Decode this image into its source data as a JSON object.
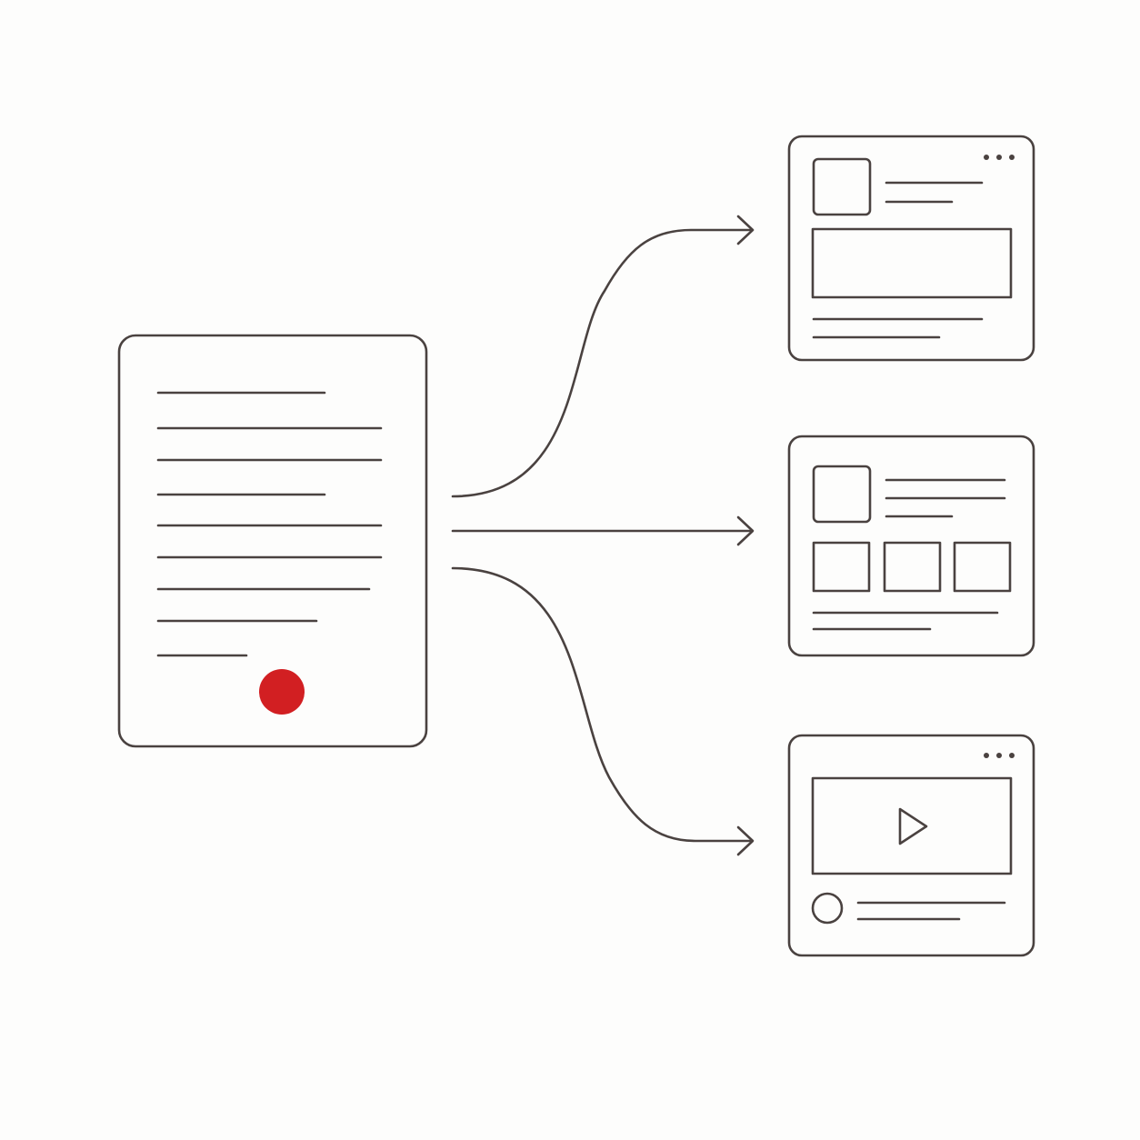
{
  "colors": {
    "background": "#fdfdfc",
    "stroke": "#4a4240",
    "accent_dot": "#d21f22"
  },
  "source_document": {
    "icon": "text-document-icon",
    "accent": "red-seal-dot"
  },
  "arrows": [
    {
      "icon": "curved-arrow-up-icon",
      "target": "article-card"
    },
    {
      "icon": "straight-arrow-right-icon",
      "target": "gallery-card"
    },
    {
      "icon": "curved-arrow-down-icon",
      "target": "video-card"
    }
  ],
  "targets": [
    {
      "kind": "article-card",
      "has_menu_dots": true,
      "icons": [
        "thumbnail-icon",
        "banner-image-icon",
        "more-options-icon"
      ]
    },
    {
      "kind": "gallery-card",
      "has_menu_dots": false,
      "icons": [
        "thumbnail-icon",
        "image-grid-icon"
      ]
    },
    {
      "kind": "video-card",
      "has_menu_dots": true,
      "icons": [
        "video-player-icon",
        "play-icon",
        "avatar-icon",
        "more-options-icon"
      ]
    }
  ]
}
